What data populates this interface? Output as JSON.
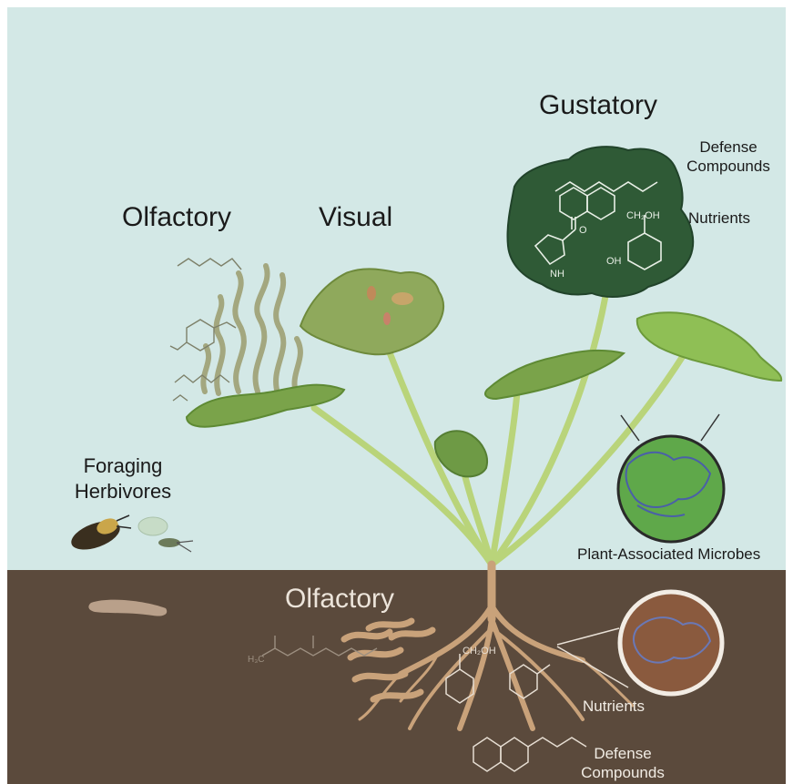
{
  "labels": {
    "olfactory_above": "Olfactory",
    "visual": "Visual",
    "gustatory": "Gustatory",
    "defense_above_1": "Defense",
    "defense_above_2": "Compounds",
    "nutrients_above": "Nutrients",
    "foraging_1": "Foraging",
    "foraging_2": "Herbivores",
    "microbes": "Plant-Associated Microbes",
    "olfactory_below": "Olfactory",
    "nutrients_below": "Nutrients",
    "defense_below_1": "Defense",
    "defense_below_2": "Compounds"
  },
  "chem_text": {
    "ch2oh_top": "CH₂OH",
    "oh": "OH",
    "nh": "NH",
    "o": "O",
    "h3c": "H₃C",
    "ch2oh_root": "CH₂OH"
  },
  "colors": {
    "sky": "#d3e8e6",
    "soil": "#5b4a3c",
    "leaf_dark": "#2f5a36",
    "leaf_light": "#7aa34a",
    "stem": "#b9d47a",
    "root": "#c9a27a",
    "scent": "#a3a77f"
  }
}
